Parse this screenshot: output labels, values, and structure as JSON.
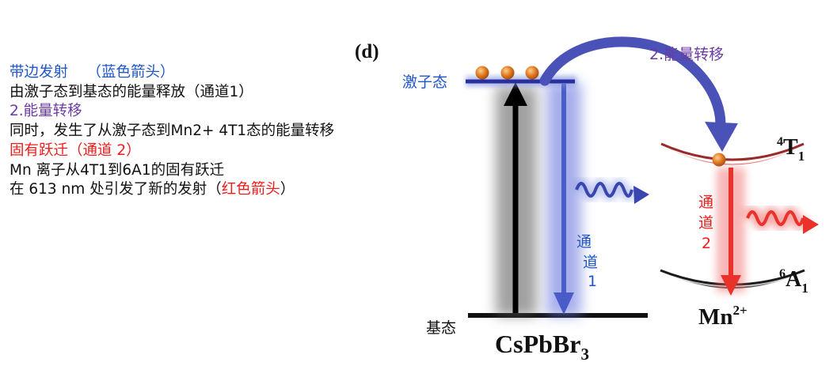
{
  "notes": {
    "line1_main": "带边发射",
    "line1_paren": "（蓝色箭头）",
    "line2": "由激子态到基态的能量释放（通道1）",
    "line3": "2.能量转移",
    "line4": "同时，发生了从激子态到Mn2+ 4T1态的能量转移",
    "line5": "固有跃迁（通道 2）",
    "line6": "Mn 离子从4T1到6A1的固有跃迁",
    "line7_main": "在 613 nm 处引发了新的发射（",
    "line7_red": "红色箭头",
    "line7_end": "）"
  },
  "diagram": {
    "panel_label": "(d)",
    "excited_state_label": "激子态",
    "ground_state_label": "基态",
    "material_main": "CsPbBr",
    "material_sub": "3",
    "transfer_label": "2.能量转移",
    "channel1": [
      "通",
      "道",
      "1"
    ],
    "channel2": [
      "通",
      "道",
      "2"
    ],
    "t1_super": "4",
    "t1_main": "T",
    "t1_sub": "1",
    "a1_super": "6",
    "a1_main": "A",
    "a1_sub": "1",
    "mn_main": "Mn",
    "mn_super": "2+"
  },
  "colors": {
    "blue": "#1f56c8",
    "purple": "#6a3aa5",
    "red": "#ef1c1c",
    "arrow_blue": "#4a5cc8",
    "transfer_arrow": "#4a52b8",
    "red_arrow": "#e8322a",
    "electron": "#e07822"
  }
}
